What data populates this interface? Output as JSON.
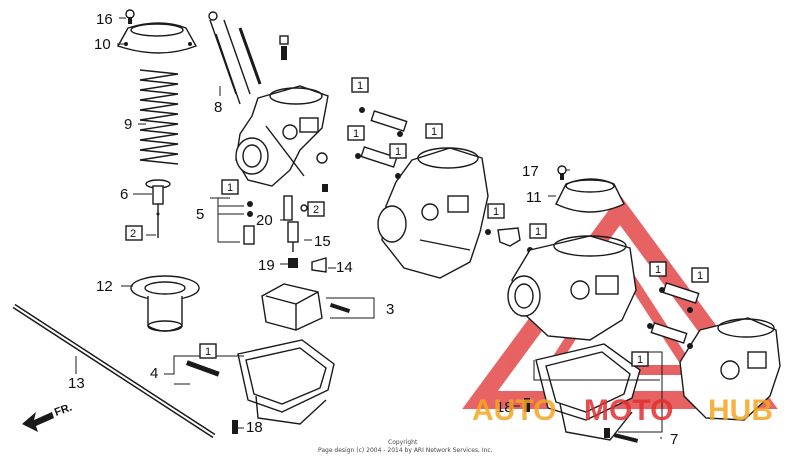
{
  "callouts": {
    "c16": "16",
    "c10": "10",
    "c9": "9",
    "c6": "6",
    "c2a": "2",
    "c12": "12",
    "c13": "13",
    "c8": "8",
    "c1a": "1",
    "c5": "5",
    "c20": "20",
    "c2b": "2",
    "c15": "15",
    "c19": "19",
    "c14": "14",
    "c3": "3",
    "c4": "4",
    "c1b": "1",
    "c18a": "18",
    "c1c": "1",
    "c1d": "1",
    "c1e": "1",
    "c1f": "1",
    "c1g": "1",
    "c17": "17",
    "c11": "11",
    "c1h": "1",
    "c1i": "1",
    "c1j": "1",
    "c1k": "1",
    "c18b": "18",
    "c7": "7"
  },
  "direction_label": "FR.",
  "copyright": {
    "line1": "Copyright",
    "line2": "Page design (c) 2004 - 2014 by ARI Network Services, Inc."
  },
  "watermark": {
    "part1": "AUTO",
    "part2": "MOTO",
    "part3": "HUB",
    "color_orange": "#f5a623",
    "color_red": "#e03030"
  }
}
